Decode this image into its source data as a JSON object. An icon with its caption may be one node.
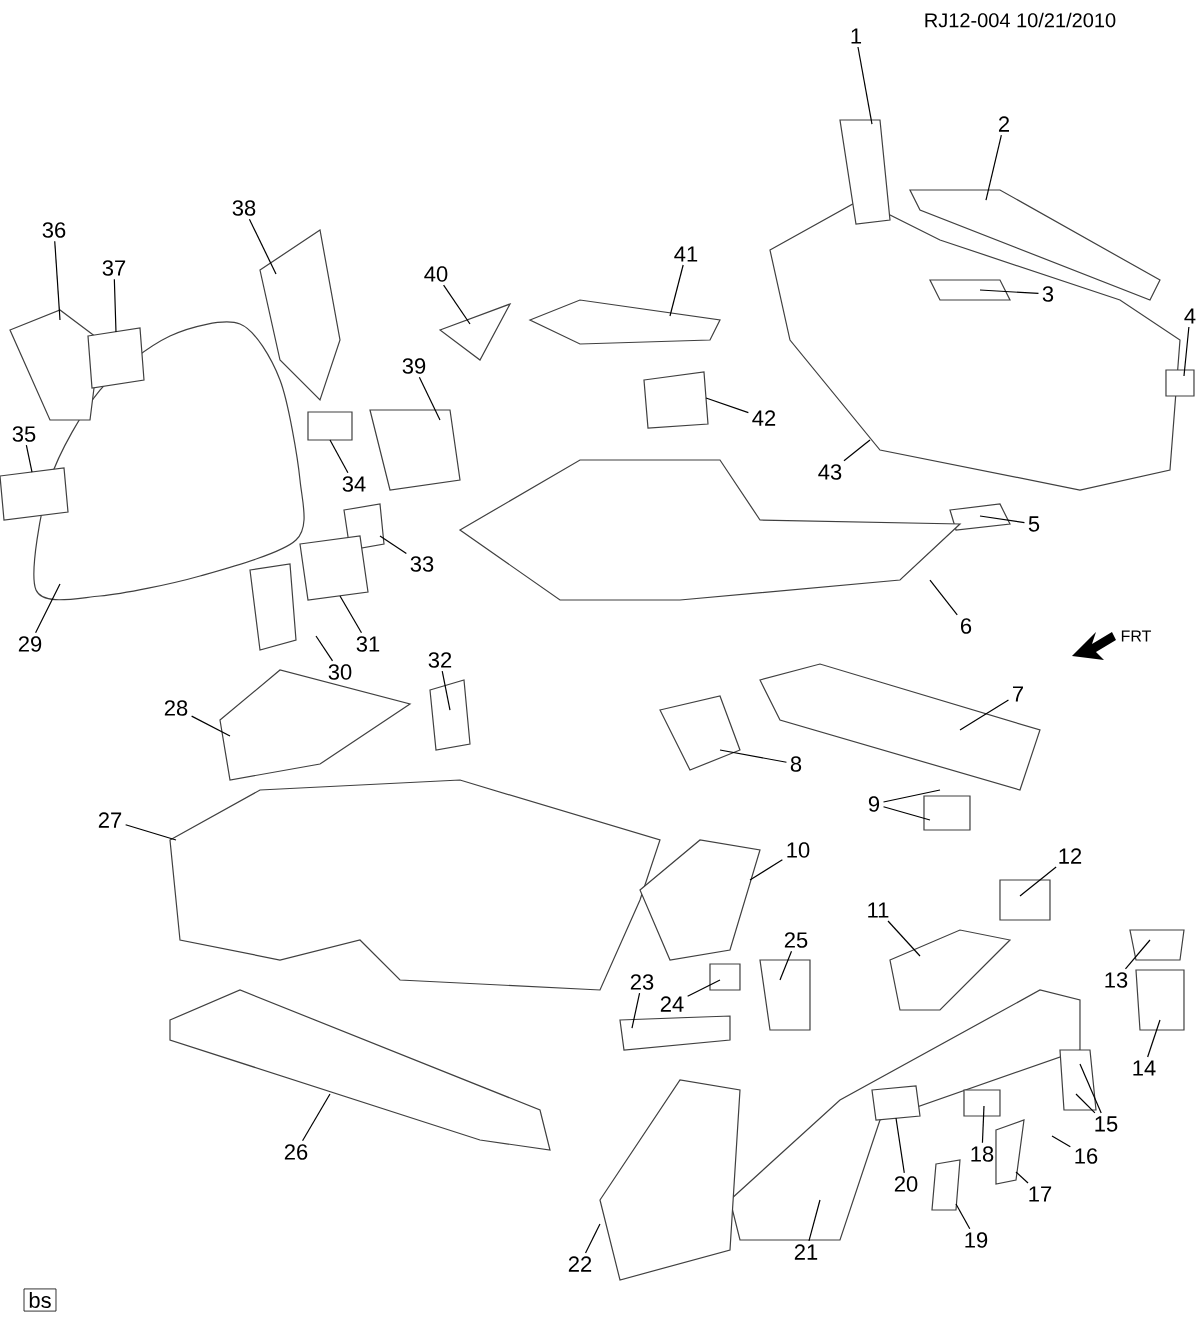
{
  "diagram": {
    "nodes": [
      {
        "text": [
          "1"
        ]
      },
      {
        "text": [
          "2"
        ]
      },
      {
        "text": [
          "3"
        ]
      },
      {
        "text": [
          "4"
        ]
      },
      {
        "text": [
          "5"
        ]
      },
      {
        "text": [
          "6"
        ]
      },
      {
        "text": [
          "7"
        ]
      },
      {
        "text": [
          "8"
        ]
      },
      {
        "text": [
          "9"
        ]
      },
      {
        "text": [
          "10"
        ]
      },
      {
        "text": [
          "11"
        ]
      },
      {
        "text": [
          "12"
        ]
      },
      {
        "text": [
          "13"
        ]
      },
      {
        "text": [
          "14"
        ]
      },
      {
        "text": [
          "15"
        ]
      },
      {
        "text": [
          "16"
        ]
      },
      {
        "text": [
          "17"
        ]
      },
      {
        "text": [
          "18"
        ]
      },
      {
        "text": [
          "19"
        ]
      },
      {
        "text": [
          "20"
        ]
      },
      {
        "text": [
          "21"
        ]
      },
      {
        "text": [
          "22"
        ]
      },
      {
        "text": [
          "23"
        ]
      },
      {
        "text": [
          "24"
        ]
      },
      {
        "text": [
          "25"
        ]
      },
      {
        "text": [
          "26"
        ]
      },
      {
        "text": [
          "27"
        ]
      },
      {
        "text": [
          "28"
        ]
      },
      {
        "text": [
          "29"
        ]
      },
      {
        "text": [
          "30"
        ]
      },
      {
        "text": [
          "31"
        ]
      },
      {
        "text": [
          "32"
        ]
      },
      {
        "text": [
          "33"
        ]
      },
      {
        "text": [
          "34"
        ]
      },
      {
        "text": [
          "35"
        ]
      },
      {
        "text": [
          "36"
        ]
      },
      {
        "text": [
          "37"
        ]
      },
      {
        "text": [
          "38"
        ]
      },
      {
        "text": [
          "39"
        ]
      },
      {
        "text": [
          "40"
        ]
      },
      {
        "text": [
          "41"
        ]
      },
      {
        "text": [
          "42"
        ]
      },
      {
        "text": [
          "43"
        ]
      },
      {
        "text": [
          "bs"
        ]
      }
    ],
    "edges": [
      {
        "from": 0,
        "to": null,
        "arrow": "none"
      },
      {
        "from": 1,
        "to": null,
        "arrow": "none"
      },
      {
        "from": 2,
        "to": null,
        "arrow": "none"
      },
      {
        "from": 3,
        "to": null,
        "arrow": "none"
      },
      {
        "from": 4,
        "to": null,
        "arrow": "none"
      },
      {
        "from": 5,
        "to": null,
        "arrow": "none"
      },
      {
        "from": 6,
        "to": null,
        "arrow": "none"
      },
      {
        "from": 7,
        "to": null,
        "arrow": "none"
      },
      {
        "from": 8,
        "to": null,
        "arrow": "none"
      },
      {
        "from": 8,
        "to": null,
        "arrow": "none"
      },
      {
        "from": 9,
        "to": null,
        "arrow": "none"
      },
      {
        "from": 10,
        "to": null,
        "arrow": "none"
      },
      {
        "from": 11,
        "to": null,
        "arrow": "none"
      },
      {
        "from": 12,
        "to": null,
        "arrow": "none"
      },
      {
        "from": 13,
        "to": null,
        "arrow": "none"
      },
      {
        "from": 14,
        "to": null,
        "arrow": "none"
      },
      {
        "from": 14,
        "to": null,
        "arrow": "none"
      },
      {
        "from": 15,
        "to": null,
        "arrow": "none"
      },
      {
        "from": 16,
        "to": null,
        "arrow": "none"
      },
      {
        "from": 17,
        "to": null,
        "arrow": "none"
      },
      {
        "from": 18,
        "to": null,
        "arrow": "none"
      },
      {
        "from": 19,
        "to": null,
        "arrow": "none"
      },
      {
        "from": 20,
        "to": null,
        "arrow": "none"
      },
      {
        "from": 21,
        "to": null,
        "arrow": "none"
      },
      {
        "from": 22,
        "to": null,
        "arrow": "none"
      },
      {
        "from": 23,
        "to": null,
        "arrow": "none"
      },
      {
        "from": 24,
        "to": null,
        "arrow": "none"
      },
      {
        "from": 25,
        "to": null,
        "arrow": "none"
      },
      {
        "from": 26,
        "to": null,
        "arrow": "none"
      },
      {
        "from": 27,
        "to": null,
        "arrow": "none"
      },
      {
        "from": 28,
        "to": null,
        "arrow": "none"
      },
      {
        "from": 29,
        "to": null,
        "arrow": "none"
      },
      {
        "from": 30,
        "to": null,
        "arrow": "none"
      },
      {
        "from": 31,
        "to": null,
        "arrow": "none"
      },
      {
        "from": 32,
        "to": null,
        "arrow": "none"
      },
      {
        "from": 33,
        "to": null,
        "arrow": "none"
      },
      {
        "from": 34,
        "to": null,
        "arrow": "none"
      },
      {
        "from": 35,
        "to": null,
        "arrow": "none"
      },
      {
        "from": 36,
        "to": null,
        "arrow": "none"
      },
      {
        "from": 37,
        "to": null,
        "arrow": "none"
      },
      {
        "from": 38,
        "to": null,
        "arrow": "none"
      },
      {
        "from": 39,
        "to": null,
        "arrow": "none"
      },
      {
        "from": 40,
        "to": null,
        "arrow": "none"
      },
      {
        "from": 41,
        "to": null,
        "arrow": "none"
      },
      {
        "from": 42,
        "to": null,
        "arrow": "none"
      }
    ],
    "labels": [
      "RJ12-004 10/21/2010",
      "FRT"
    ]
  }
}
